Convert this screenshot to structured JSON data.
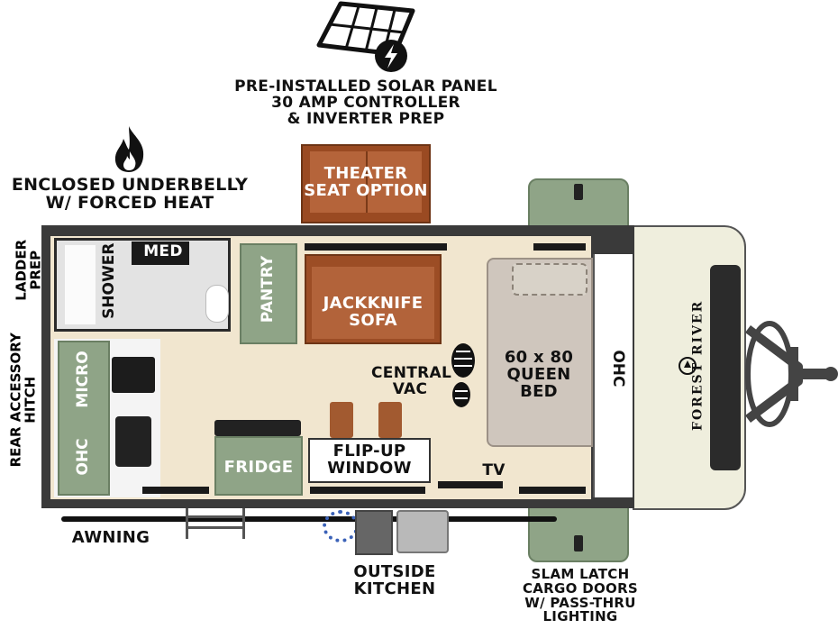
{
  "labels": {
    "solar": [
      "PRE-INSTALLED SOLAR PANEL",
      "30 AMP CONTROLLER",
      "& INVERTER PREP"
    ],
    "underbelly": [
      "ENCLOSED UNDERBELLY",
      "W/ FORCED HEAT"
    ],
    "theater": [
      "THEATER",
      "SEAT OPTION"
    ],
    "ladder": [
      "LADDER",
      "PREP"
    ],
    "rear_hitch": [
      "REAR ACCESSORY",
      "HITCH"
    ],
    "shower": "SHOWER",
    "med": "MED",
    "pantry": "PANTRY",
    "sofa": [
      "JACKKNIFE",
      "SOFA"
    ],
    "micro": "MICRO",
    "ohc_left": "OHC",
    "central_vac": [
      "CENTRAL",
      "VAC"
    ],
    "bed": [
      "60 x 80",
      "QUEEN",
      "BED"
    ],
    "ohc_right": "OHC",
    "fridge": "FRIDGE",
    "flip_window": [
      "FLIP-UP",
      "WINDOW"
    ],
    "tv": "TV",
    "awning": "AWNING",
    "outside_kitchen": [
      "OUTSIDE",
      "KITCHEN"
    ],
    "cargo": [
      "SLAM LATCH",
      "CARGO DOORS",
      "W/ PASS-THRU",
      "LIGHTING"
    ],
    "brand": "FOREST RIVER"
  },
  "icons": [
    "solar-panel-icon",
    "flame-icon",
    "footprint-icon",
    "brand-logo"
  ],
  "colors": {
    "cabinet_green": "#8fa487",
    "sofa_brown": "#a0522d",
    "floor": "#f1e6cf",
    "wall": "#3a3a3a",
    "front_cap": "#efeedd"
  }
}
